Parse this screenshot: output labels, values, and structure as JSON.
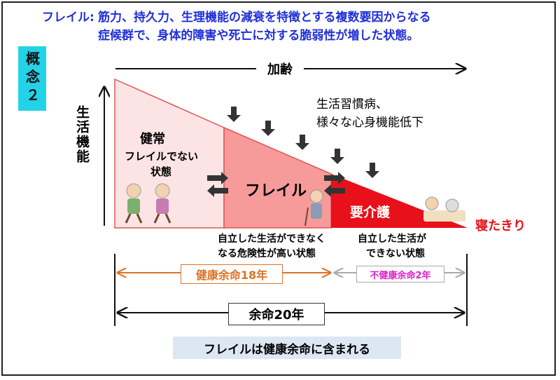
{
  "definition": {
    "term": "フレイル:",
    "line1": "筋力、持久力、生理機能の減衰を特徴とする複数要因からなる",
    "line2": "症候群で、身体的障害や死亡に対する脆弱性が増した状態。"
  },
  "concept_label": "概念２",
  "axis": {
    "x_label": "加齢",
    "y_label": "生活機能"
  },
  "zones": {
    "healthy_title": "健常",
    "healthy_sub1": "フレイルでない",
    "healthy_sub2": "状態",
    "frailty": "フレイル",
    "care": "要介護",
    "bedridden": "寝たきり"
  },
  "decline_note": {
    "line1": "生活習慣病、",
    "line2": "様々な心身機能低下"
  },
  "states": {
    "frail_line1": "自立した生活ができなく",
    "frail_line2": "なる危険性が高い状態",
    "care_line1": "自立した生活が",
    "care_line2": "できない状態"
  },
  "lifespan": {
    "healthy": "健康余命18年",
    "unhealthy": "不健康余命2年",
    "total": "余命20年"
  },
  "conclusion": "フレイルは健康余命に含まれる",
  "colors": {
    "title_blue": "#1f2fd8",
    "healthy_fill": "#fde4e4",
    "frailty_fill": "#f79a9a",
    "care_fill": "#e8101a",
    "healthy_span": "#d9742a",
    "unhealthy_span": "#e020c8",
    "concept_bg": "#22d3e8"
  }
}
